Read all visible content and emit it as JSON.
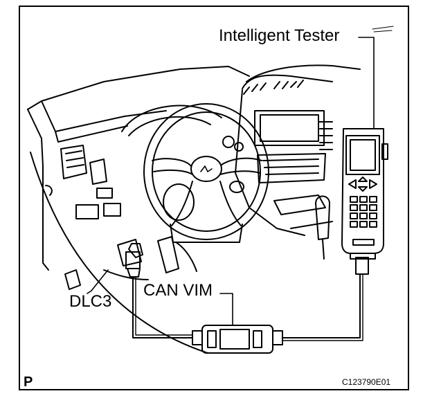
{
  "labels": {
    "tester": "Intelligent Tester",
    "can_vim": "CAN VIM",
    "dlc3": "DLC3",
    "page_mark": "P",
    "figure_code": "C123790E01"
  }
}
